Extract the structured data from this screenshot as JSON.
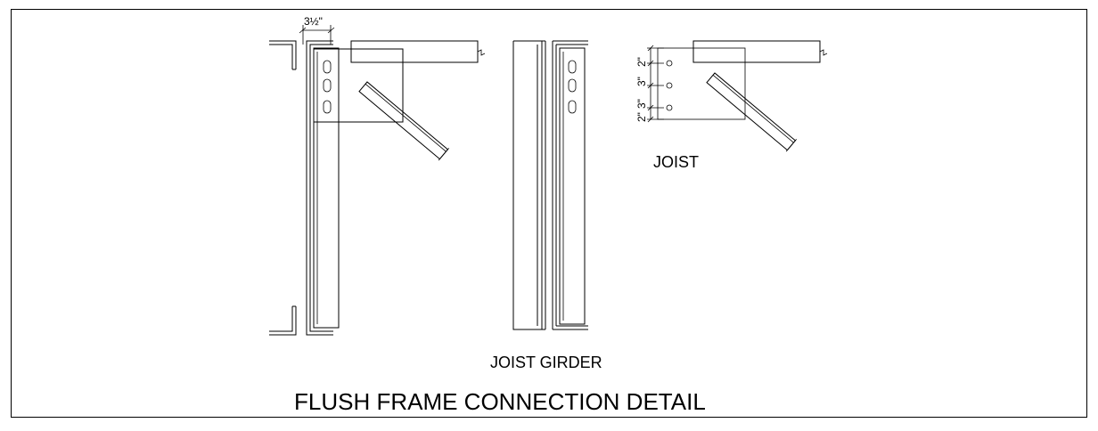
{
  "title": "FLUSH FRAME CONNECTION DETAIL",
  "joist_girder_label": "JOIST GIRDER",
  "joist_label": "JOIST",
  "dimensions": {
    "girder_width": "3½\"",
    "joist_dims": [
      "2\"",
      "3\"",
      "3\"",
      "2\""
    ]
  }
}
